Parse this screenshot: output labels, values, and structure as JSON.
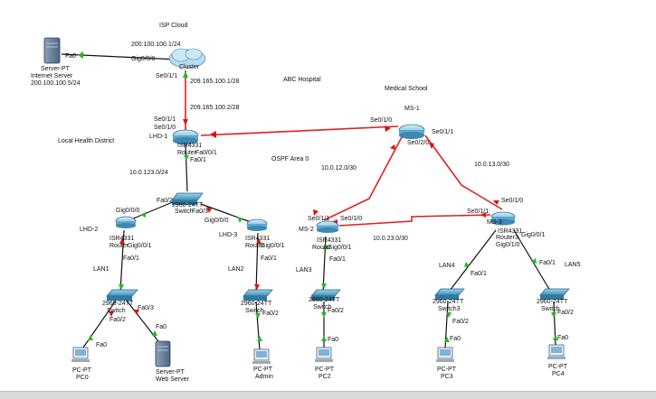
{
  "areas": {
    "isp_cloud": "ISP Cloud",
    "abc_hospital": "ABC Hospital",
    "medical_school": "Medical School",
    "local_health_district": "Local Health District",
    "ospf_area": "OSPF Area 0"
  },
  "colors": {
    "serial_link": "#e02020",
    "ethernet_link": "#111111",
    "link_up": "#22bb22",
    "link_down": "#dd1111"
  },
  "devices": {
    "internet_server": {
      "name": "Server-PT",
      "label": "Internet Server",
      "ip": "200.100.100.5/24"
    },
    "cluster": {
      "name": "Cluster"
    },
    "lhd1": {
      "name": "LHD-1",
      "model": "ISR4331",
      "type": "Router"
    },
    "lhd2": {
      "name": "LHD-2",
      "model": "ISR4331",
      "type": "Router"
    },
    "lhd3": {
      "name": "LHD-3",
      "model": "ISR4331",
      "type": "Router"
    },
    "ms1": {
      "name": "MS-1"
    },
    "ms2": {
      "name": "MS-2",
      "model": "ISR4331",
      "type": "Router"
    },
    "ms3": {
      "name": "MS-3",
      "model": "ISR4331",
      "type": "Router3"
    },
    "switch_core": {
      "model": "2960-24TT",
      "name": "Switch"
    },
    "switch_lan1": {
      "model": "2960-24TT",
      "name": "Switch"
    },
    "switch_lan2": {
      "model": "2960-24TT",
      "name": "Switch"
    },
    "switch_lan3": {
      "model": "2960-24TT",
      "name": "Switch"
    },
    "switch_lan4": {
      "model": "2960-24TT",
      "name": "Switch3"
    },
    "switch_lan5": {
      "model": "2960-24TT",
      "name": "Switch"
    },
    "pc0": {
      "type": "PC-PT",
      "name": "PC0"
    },
    "web_server": {
      "type": "Server-PT",
      "name": "Web Server"
    },
    "admin": {
      "type": "PC-PT",
      "name": "Admin"
    },
    "pc2": {
      "type": "PC-PT",
      "name": "PC2"
    },
    "pc3": {
      "type": "PC-PT",
      "name": "PC3"
    },
    "pc4": {
      "type": "PC-PT",
      "name": "PC4"
    }
  },
  "lans": {
    "lan1": "LAN1",
    "lan2": "LAN2",
    "lan3": "LAN3",
    "lan4": "LAN4",
    "lan5": "LAN5"
  },
  "networks": {
    "isp": "200.100.100.1/24",
    "lhd1_cluster_a": "209.165.100.1/28",
    "lhd1_cluster_b": "209.165.100.2/28",
    "lhd_lan": "10.0.123.0/24",
    "ms1_ms2": "10.0.12.0/30",
    "ms1_ms3": "10.0.13.0/30",
    "ms2_ms3": "10.0.23.0/30"
  },
  "ports": {
    "gig000": "Gig0/0/0",
    "gig001": "Gig0/0/1",
    "gig010": "Gig0/1/0",
    "se010": "Se0/1/0",
    "se011": "Se0/1/1",
    "se020": "Se0/2/0",
    "fa00": "Fa0",
    "fa01": "Fa0/1",
    "fa02": "Fa0/2",
    "fa03": "Fa0/3",
    "fa001": "Fa0/0/1"
  }
}
